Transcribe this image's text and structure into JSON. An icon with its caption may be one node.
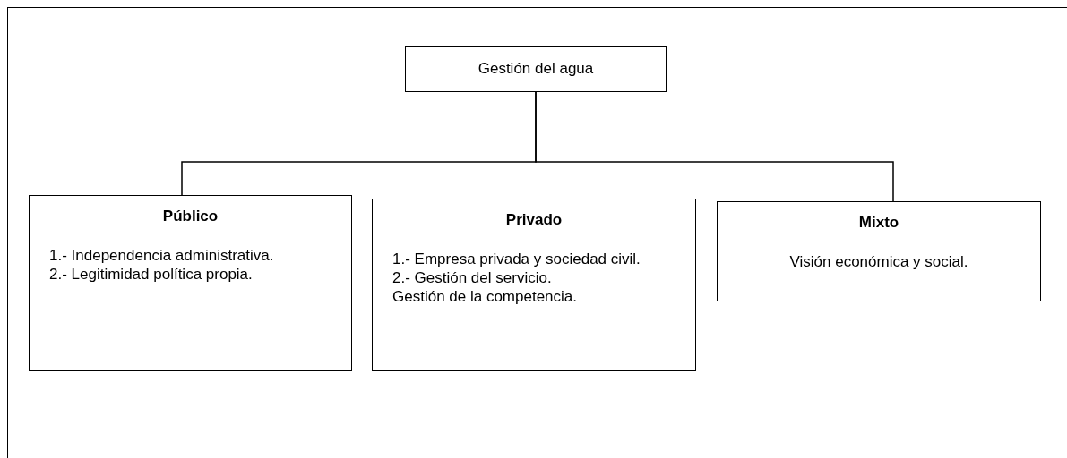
{
  "diagram": {
    "nodes": [
      {
        "text": [
          "Gestión del agua"
        ]
      },
      {
        "text": [
          "Público",
          "1.- Independencia administrativa.",
          "2.- Legitimidad política propia."
        ]
      },
      {
        "text": [
          "Privado",
          "1.- Empresa privada y sociedad civil.",
          "2.- Gestión del servicio.",
          "Gestión de la competencia."
        ]
      },
      {
        "text": [
          "Mixto",
          "Visión económica y social."
        ]
      }
    ],
    "edges": [
      {
        "from": 0,
        "to": 1,
        "arrow": "none"
      },
      {
        "from": 0,
        "to": 3,
        "arrow": "none"
      }
    ]
  }
}
